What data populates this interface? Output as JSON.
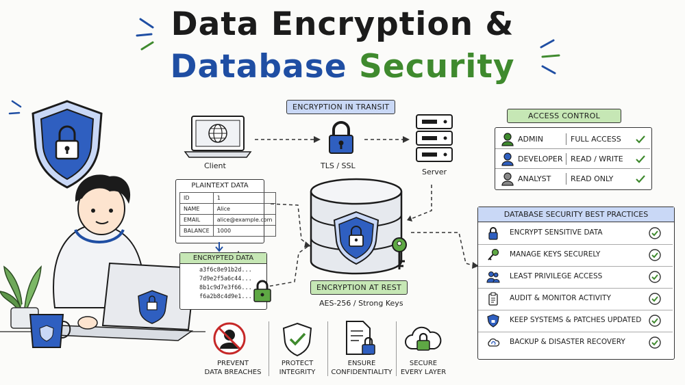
{
  "title": {
    "line1": "Data Encryption &",
    "line2_part1": "Database",
    "line2_part2": "Security"
  },
  "transit": {
    "heading": "ENCRYPTION IN TRANSIT",
    "client_label": "Client",
    "tls_label": "TLS / SSL",
    "server_label": "Server"
  },
  "plaintext": {
    "heading": "PLAINTEXT DATA",
    "rows": [
      {
        "field": "ID",
        "value": "1"
      },
      {
        "field": "NAME",
        "value": "Alice"
      },
      {
        "field": "EMAIL",
        "value": "alice@example.com"
      },
      {
        "field": "BALANCE",
        "value": "1000"
      }
    ]
  },
  "encrypted": {
    "heading": "ENCRYPTED DATA",
    "rows": [
      "a3f6c8e91b2d...",
      "7d9e2f5a6c44...",
      "8b1c9d7e3f66...",
      "f6a2b8c4d9e1..."
    ]
  },
  "rest": {
    "heading": "ENCRYPTION AT REST",
    "subtitle": "AES-256 / Strong Keys"
  },
  "access": {
    "heading": "ACCESS CONTROL",
    "rows": [
      {
        "role": "ADMIN",
        "permission": "FULL ACCESS",
        "color": "#3f8a2e"
      },
      {
        "role": "DEVELOPER",
        "permission": "READ / WRITE",
        "color": "#1f4ea3"
      },
      {
        "role": "ANALYST",
        "permission": "READ ONLY",
        "color": "#888888"
      }
    ]
  },
  "best_practices": {
    "heading": "DATABASE SECURITY BEST PRACTICES",
    "items": [
      {
        "label": "ENCRYPT SENSITIVE DATA",
        "icon": "lock-icon"
      },
      {
        "label": "MANAGE KEYS SECURELY",
        "icon": "key-icon"
      },
      {
        "label": "LEAST PRIVILEGE ACCESS",
        "icon": "users-icon"
      },
      {
        "label": "AUDIT & MONITOR ACTIVITY",
        "icon": "clipboard-icon"
      },
      {
        "label": "KEEP SYSTEMS & PATCHES UPDATED",
        "icon": "shield-icon"
      },
      {
        "label": "BACKUP & DISASTER RECOVERY",
        "icon": "cloud-icon"
      }
    ]
  },
  "benefits": [
    {
      "line1": "PREVENT",
      "line2": "DATA BREACHES",
      "icon": "hacker-blocked-icon"
    },
    {
      "line1": "PROTECT",
      "line2": "INTEGRITY",
      "icon": "shield-check-icon"
    },
    {
      "line1": "ENSURE",
      "line2": "CONFIDENTIALITY",
      "icon": "document-lock-icon"
    },
    {
      "line1": "SECURE",
      "line2": "EVERY LAYER",
      "icon": "cloud-lock-icon"
    }
  ],
  "colors": {
    "blue": "#1f4ea3",
    "green": "#3f8a2e",
    "pill_blue": "#c9d8f6",
    "pill_green": "#c6e7b5"
  }
}
